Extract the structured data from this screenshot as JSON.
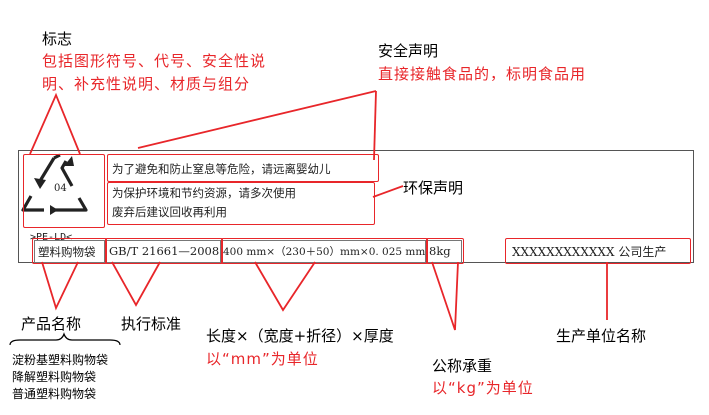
{
  "callouts": {
    "mark": {
      "title": "标志",
      "desc_line1": "包括图形符号、代号、安全性说",
      "desc_line2": "明、补充性说明、材质与组分"
    },
    "safety": {
      "title": "安全声明",
      "desc": "直接接触食品的，标明食品用"
    },
    "env": {
      "title": "环保声明"
    },
    "product_name": {
      "title": "产品名称",
      "examples": [
        "淀粉基塑料购物袋",
        "降解塑料购物袋",
        "普通塑料购物袋"
      ]
    },
    "standard": {
      "title": "执行标准"
    },
    "dimensions": {
      "title": "长度×（宽度+折径）×厚度",
      "unit_note": "以“mm”为单位"
    },
    "load": {
      "title": "公称承重",
      "unit_note": "以“kg”为单位"
    },
    "manufacturer": {
      "title": "生产单位名称"
    }
  },
  "label": {
    "recycle_code": "04",
    "material_code": ">PE-LD<",
    "safety_text": "为了避免和防止窒息等危险，请远离婴幼儿",
    "env_line1": "为保护环境和节约资源，请多次使用",
    "env_line2": "废弃后建议回收再利用",
    "product_name": "塑料购物袋",
    "standard": "GB/T 21661—2008",
    "dimensions": "400 mm×（230＋50）mm×0. 025 mm",
    "load": "8kg",
    "manufacturer": "XXXXXXXXXXXX 公司生产"
  },
  "colors": {
    "accent": "#e8262a",
    "border": "#555555"
  }
}
